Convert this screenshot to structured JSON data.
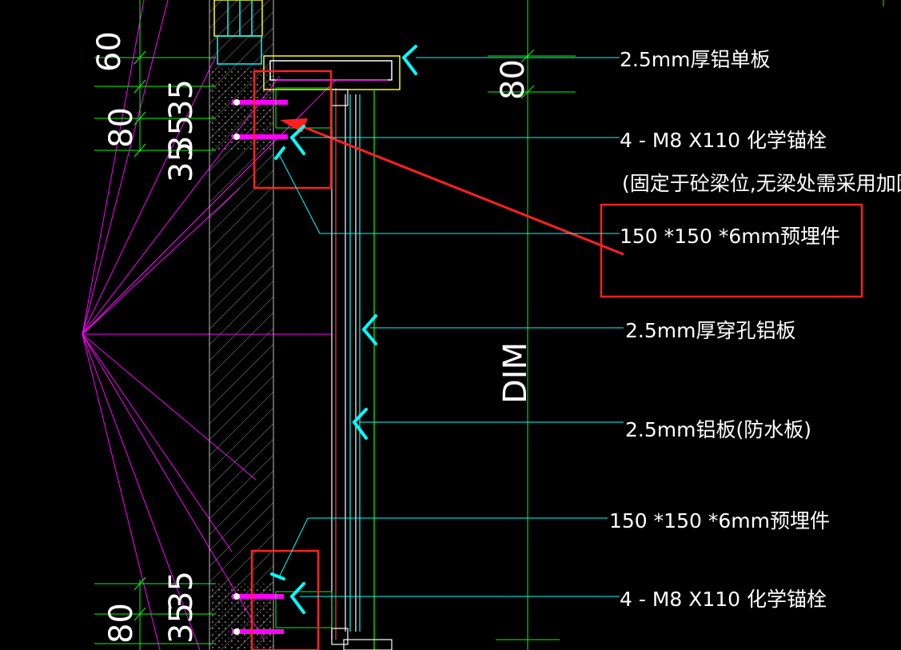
{
  "labels": {
    "aluminum_single_panel": "2.5mm厚铝单板",
    "anchor_bolt_top": "4 - M8 X110 化学锚栓",
    "anchor_note": "(固定于砼梁位,无梁处需采用加固措施)",
    "embedded_part_top": "150 *150 *6mm预埋件",
    "perforated_panel": "2.5mm厚穿孔铝板",
    "waterproof_panel": "2.5mm铝板(防水板)",
    "embedded_part_bottom": "150 *150 *6mm预埋件",
    "anchor_bolt_bottom": "4 - M8 X110 化学锚栓"
  },
  "dimensions": {
    "left_top_60": "60",
    "left_top_80": "80",
    "left_top_35a": "35",
    "left_top_35b": "35",
    "left_top_35c": "35",
    "left_bottom_80": "80",
    "left_bottom_35a": "35",
    "left_bottom_35b": "35",
    "right_80": "80",
    "right_dim": "DIM"
  },
  "colors": {
    "background": "#000000",
    "leader": "#00ffff",
    "dimension": "#00ff00",
    "construction": "#ff00ff",
    "highlight": "#ff2020",
    "panel": "#ffff00",
    "text": "#ffffff"
  }
}
